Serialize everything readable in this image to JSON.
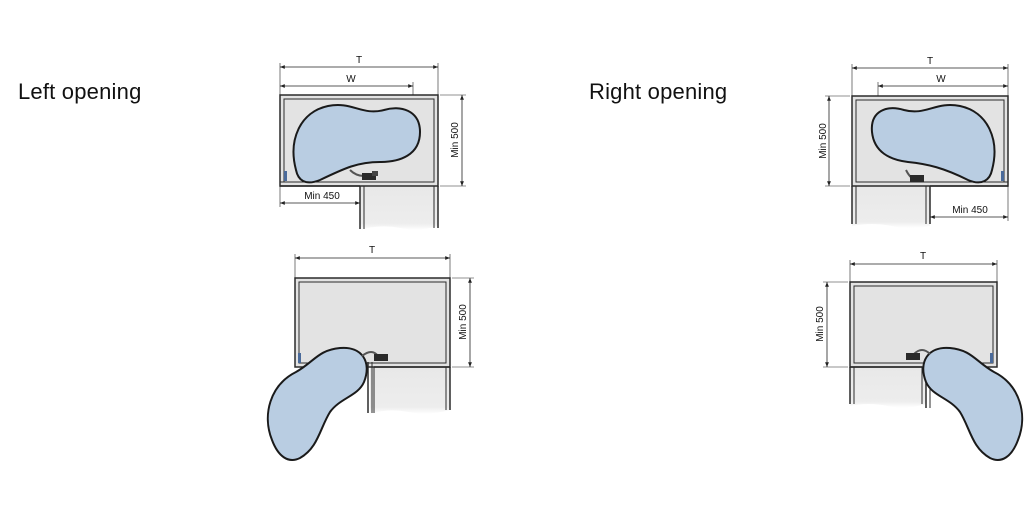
{
  "headings": {
    "left": "Left opening",
    "right": "Right opening"
  },
  "dimensions": {
    "total_width": "T",
    "width": "W",
    "min_depth": "Min 500",
    "min_opening": "Min 450"
  },
  "colors": {
    "cabinet_fill": "#e3e3e3",
    "cabinet_stroke": "#2b2b2b",
    "shelf_fill": "#b9cde2",
    "shelf_stroke": "#1a1a1a",
    "hardware": "#2a2a2a"
  }
}
